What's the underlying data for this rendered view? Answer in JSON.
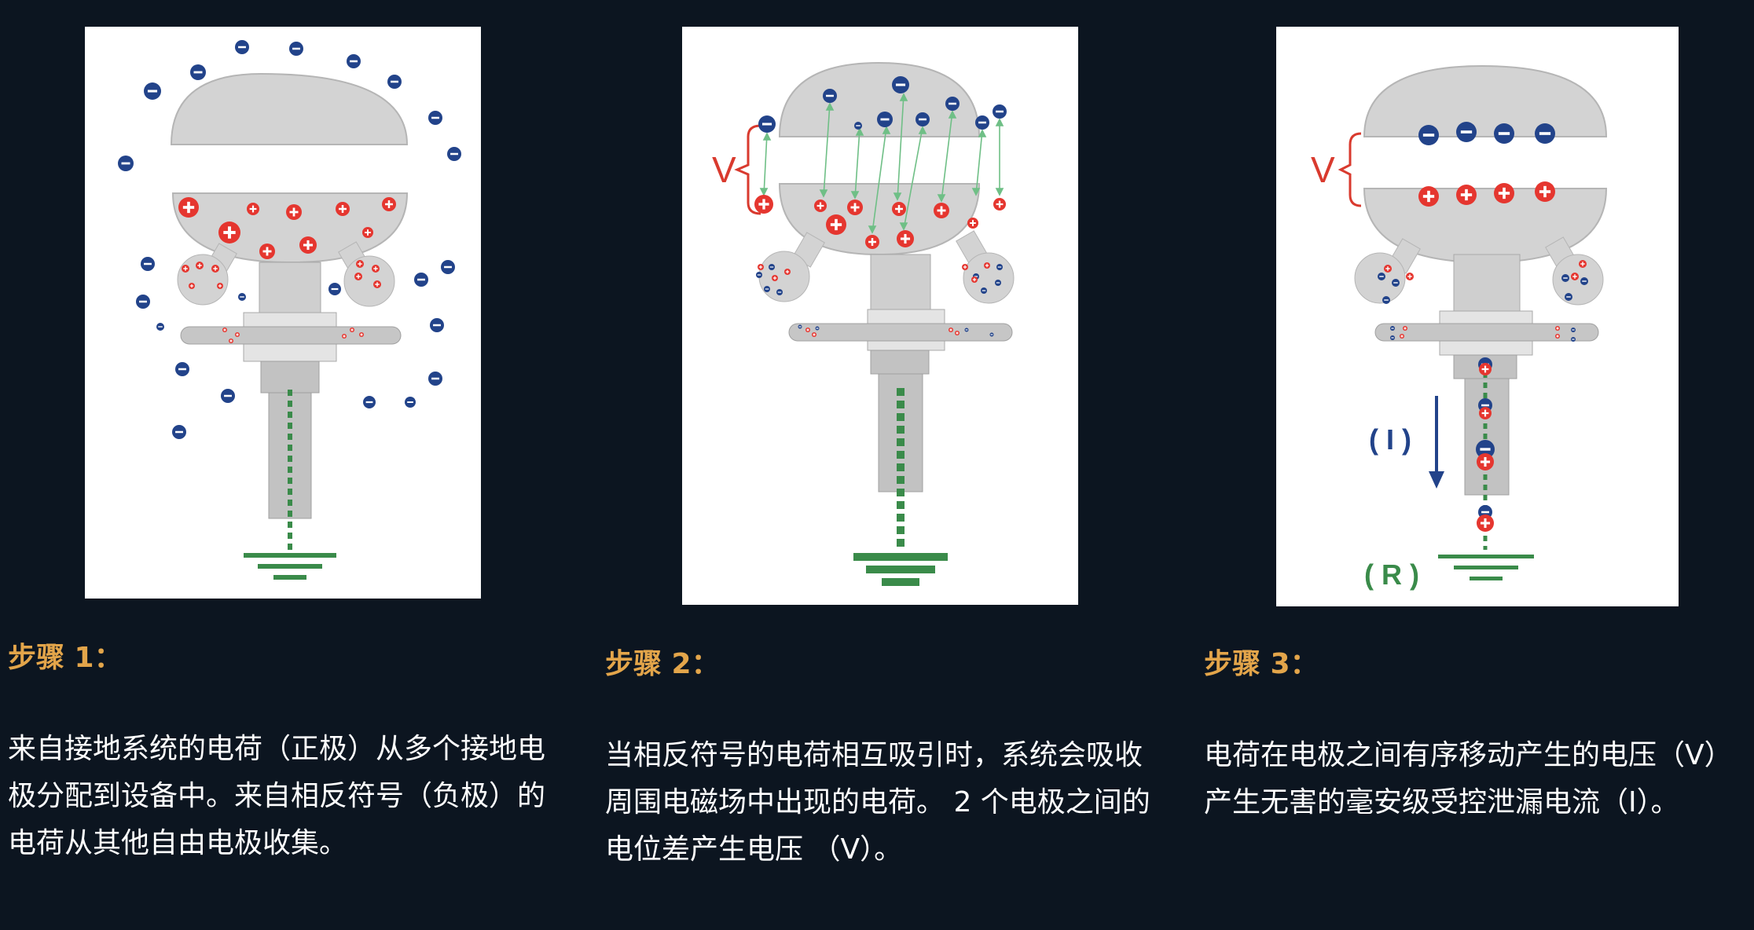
{
  "colors": {
    "background": "#0c1520",
    "accent": "#e3a54a",
    "negative_charge": "#22438a",
    "positive_charge": "#e5362f",
    "ground": "#3a8b4a",
    "bracket": "#d93a2e"
  },
  "icons": {
    "negative": "minus-charge-icon",
    "positive": "plus-charge-icon",
    "ground": "ground-symbol-icon"
  },
  "steps": [
    {
      "title": "步骤 1：",
      "description": "来自接地系统的电荷（正极）从多个接地电极分配到设备中。来自相反符号（负极）的电荷从其他自由电极收集。"
    },
    {
      "title": "步骤 2：",
      "description": "当相反符号的电荷相互吸引时，系统会吸收周围电磁场中出现的电荷。 2 个电极之间的电位差产生电压 （V）。",
      "diagram_label_v": "V"
    },
    {
      "title": "步骤 3：",
      "description": "电荷在电极之间有序移动产生的电压（V） 产生无害的毫安级受控泄漏电流（I）。",
      "diagram_label_v": "V",
      "diagram_label_i": "( I )",
      "diagram_label_r": "( R )"
    }
  ]
}
